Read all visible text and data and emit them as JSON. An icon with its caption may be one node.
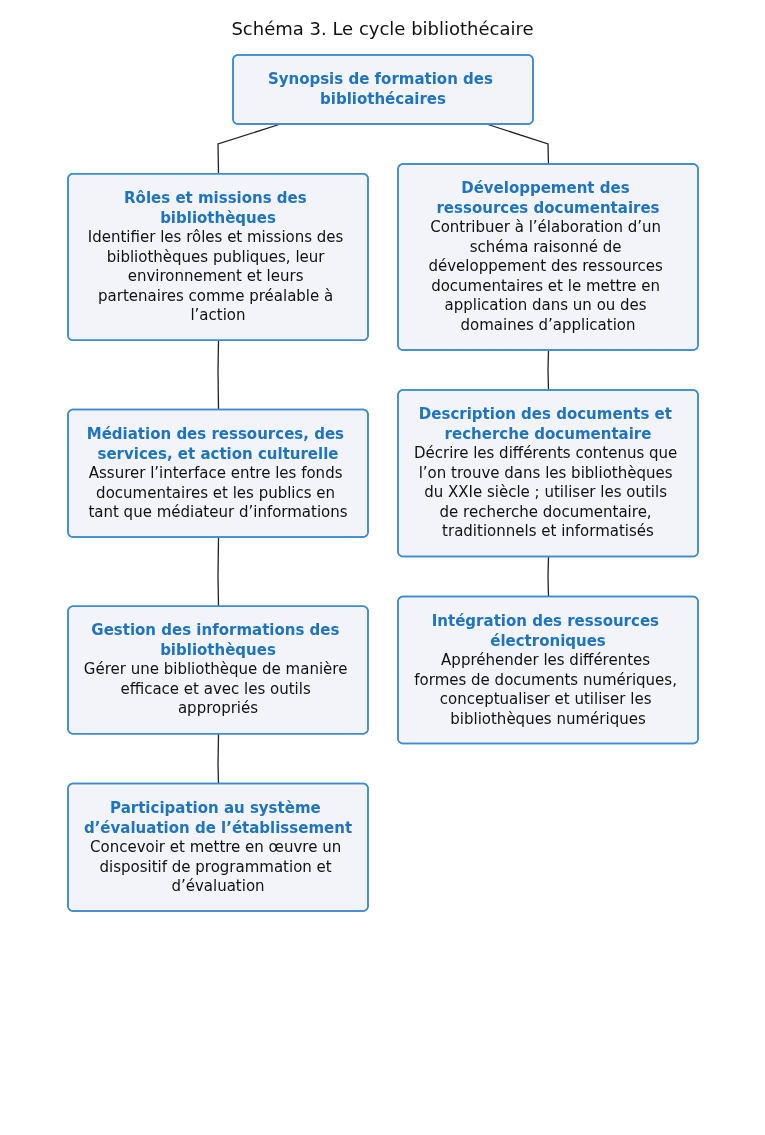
{
  "diagram": {
    "title": "Schéma 3. Le cycle bibliothécaire",
    "nodes": [
      {
        "text": [
          "Synopsis de formation des bibliothécaires"
        ]
      },
      {
        "text": [
          "Rôles et missions des bibliothèques",
          "Identifier les rôles et missions des bibliothèques publiques, leur environnement et leurs partenaires comme préalable à l’action"
        ]
      },
      {
        "text": [
          "Médiation des ressources, des services, et action culturelle",
          "Assurer l’interface entre les fonds documentaires et les publics en tant que médiateur d’informations"
        ]
      },
      {
        "text": [
          "Gestion des informations des bibliothèques",
          "Gérer une bibliothèque de manière efficace et avec les outils appropriés"
        ]
      },
      {
        "text": [
          "Participation au système d’évaluation de l’établissement",
          "Concevoir et mettre en œuvre un dispositif de programmation et d’évaluation"
        ]
      },
      {
        "text": [
          "Développement des ressources documentaires",
          "Contribuer à l’élaboration d’un schéma raisonné de développement des ressources documentaires et le mettre en application dans un ou des domaines d’application"
        ]
      },
      {
        "text": [
          "Description des documents et recherche documentaire",
          "Décrire les différents contenus que l’on trouve dans les bibliothèques du XXIe siècle ; utiliser les outils de recherche documentaire, traditionnels et informatisés"
        ]
      },
      {
        "text": [
          "Intégration des ressources électroniques",
          "Appréhender les différentes formes de documents numériques, conceptualiser et utiliser les bibliothèques numériques"
        ]
      }
    ],
    "edges": [
      {
        "from": 0,
        "to": 1,
        "arrow": "none"
      },
      {
        "from": 0,
        "to": 5,
        "arrow": "none"
      },
      {
        "from": 1,
        "to": 2,
        "arrow": "none"
      },
      {
        "from": 2,
        "to": 3,
        "arrow": "none"
      },
      {
        "from": 3,
        "to": 4,
        "arrow": "none"
      },
      {
        "from": 5,
        "to": 6,
        "arrow": "none"
      },
      {
        "from": 6,
        "to": 7,
        "arrow": "none"
      }
    ]
  }
}
